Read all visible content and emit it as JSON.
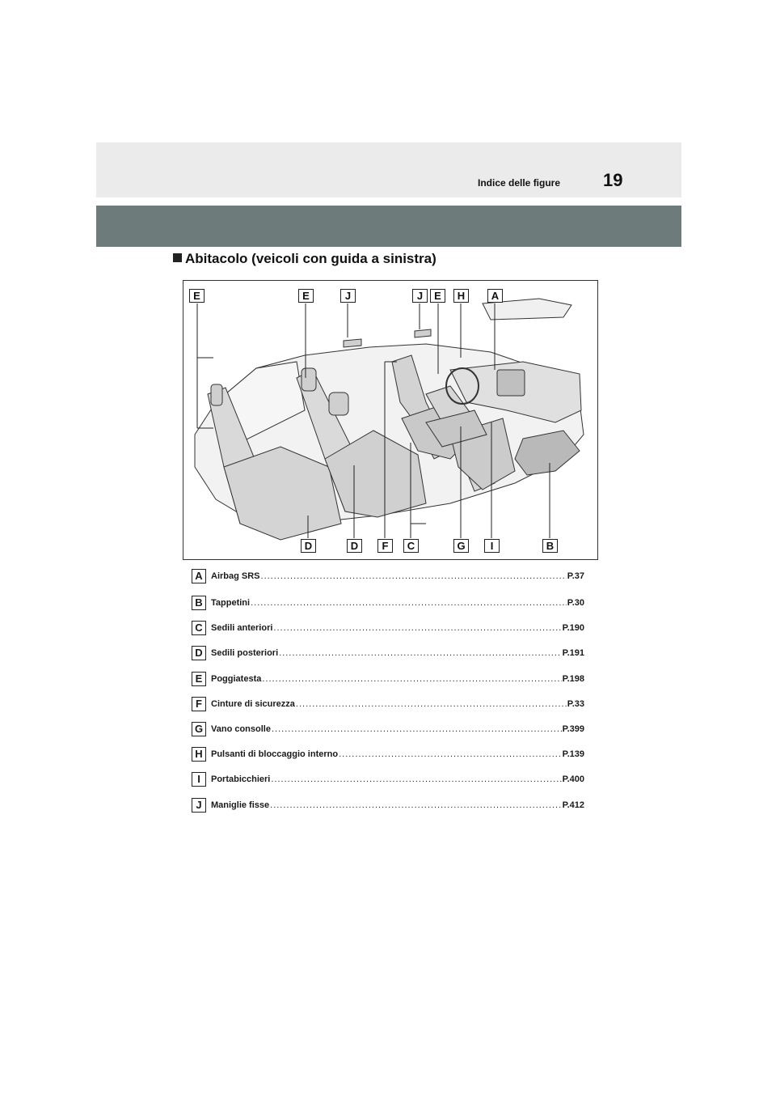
{
  "header": {
    "title": "Indice delle figure",
    "page_number": "19"
  },
  "section": {
    "title": "Abitacolo (veicoli con guida a sinistra)"
  },
  "figure": {
    "top_callouts": [
      "E",
      "E",
      "J",
      "J",
      "E",
      "H",
      "A"
    ],
    "bottom_callouts": [
      "D",
      "D",
      "F",
      "C",
      "G",
      "I",
      "B"
    ]
  },
  "legend": [
    {
      "letter": "A",
      "label": "Airbag SRS",
      "ref": "P.37"
    },
    {
      "letter": "B",
      "label": "Tappetini",
      "ref": "P.30"
    },
    {
      "letter": "C",
      "label": "Sedili anteriori",
      "ref": "P.190"
    },
    {
      "letter": "D",
      "label": "Sedili posteriori",
      "ref": "P.191"
    },
    {
      "letter": "E",
      "label": "Poggiatesta",
      "ref": "P.198"
    },
    {
      "letter": "F",
      "label": "Cinture di sicurezza",
      "ref": "P.33"
    },
    {
      "letter": "G",
      "label": "Vano consolle",
      "ref": "P.399"
    },
    {
      "letter": "H",
      "label": "Pulsanti di bloccaggio interno",
      "ref": "P.139"
    },
    {
      "letter": "I",
      "label": "Portabicchieri",
      "ref": "P.400"
    },
    {
      "letter": "J",
      "label": "Maniglie fisse",
      "ref": "P.412"
    }
  ]
}
